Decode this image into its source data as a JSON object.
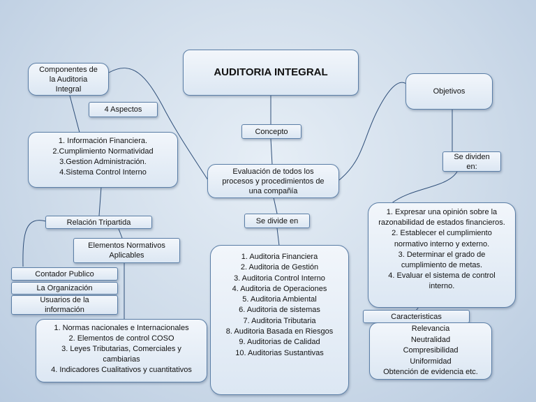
{
  "title": "AUDITORIA INTEGRAL",
  "concepto": "Concepto",
  "definicion": "Evaluación de todos los procesos y procedimientos de una compañía",
  "se_divide_en": "Se divide en",
  "tipos": [
    "1.   Auditoria Financiera",
    "2.   Auditoria de Gestión",
    "3.   Auditoria Control Interno",
    "4.   Auditoria de Operaciones",
    "5.   Auditoria Ambiental",
    "6.   Auditoria de sistemas",
    "7.   Auditoria Tributaria",
    "8.   Auditoria Basada en Riesgos",
    "9.   Auditorias de Calidad",
    "10. Auditorias Sustantivas"
  ],
  "componentes": "Componentes de la Auditoria Integral",
  "aspectos_label": "4 Aspectos",
  "aspectos": [
    "1. Información Financiera.",
    "2.Cumplimiento Normatividad",
    "3.Gestion Administración.",
    "4.Sistema Control Interno"
  ],
  "relacion": "Relación Tripartida",
  "partes": [
    "Contador Publico",
    "La Organización",
    "Usuarios de la información"
  ],
  "elementos_label": "Elementos Normativos Aplicables",
  "elementos": [
    "1.   Normas nacionales e Internacionales",
    "2.   Elementos de control COSO",
    "3.   Leyes Tributarias, Comerciales y cambiarias",
    "4.   Indicadores Cualitativos y cuantitativos"
  ],
  "objetivos_label": "Objetivos",
  "se_dividen_en": "Se dividen en:",
  "objetivos": [
    "1.   Expresar una opinión sobre la razonabilidad de estados financieros.",
    "2.   Establecer el cumplimiento normativo interno y externo.",
    "3.   Determinar el grado de cumplimiento de metas.",
    "4.   Evaluar el sistema de control interno."
  ],
  "caracteristicas_label": "Caracteristicas",
  "caracteristicas": [
    "Relevancia",
    "Neutralidad",
    "Compresibilidad",
    "Uniformidad",
    "Obtención de evidencia etc."
  ]
}
